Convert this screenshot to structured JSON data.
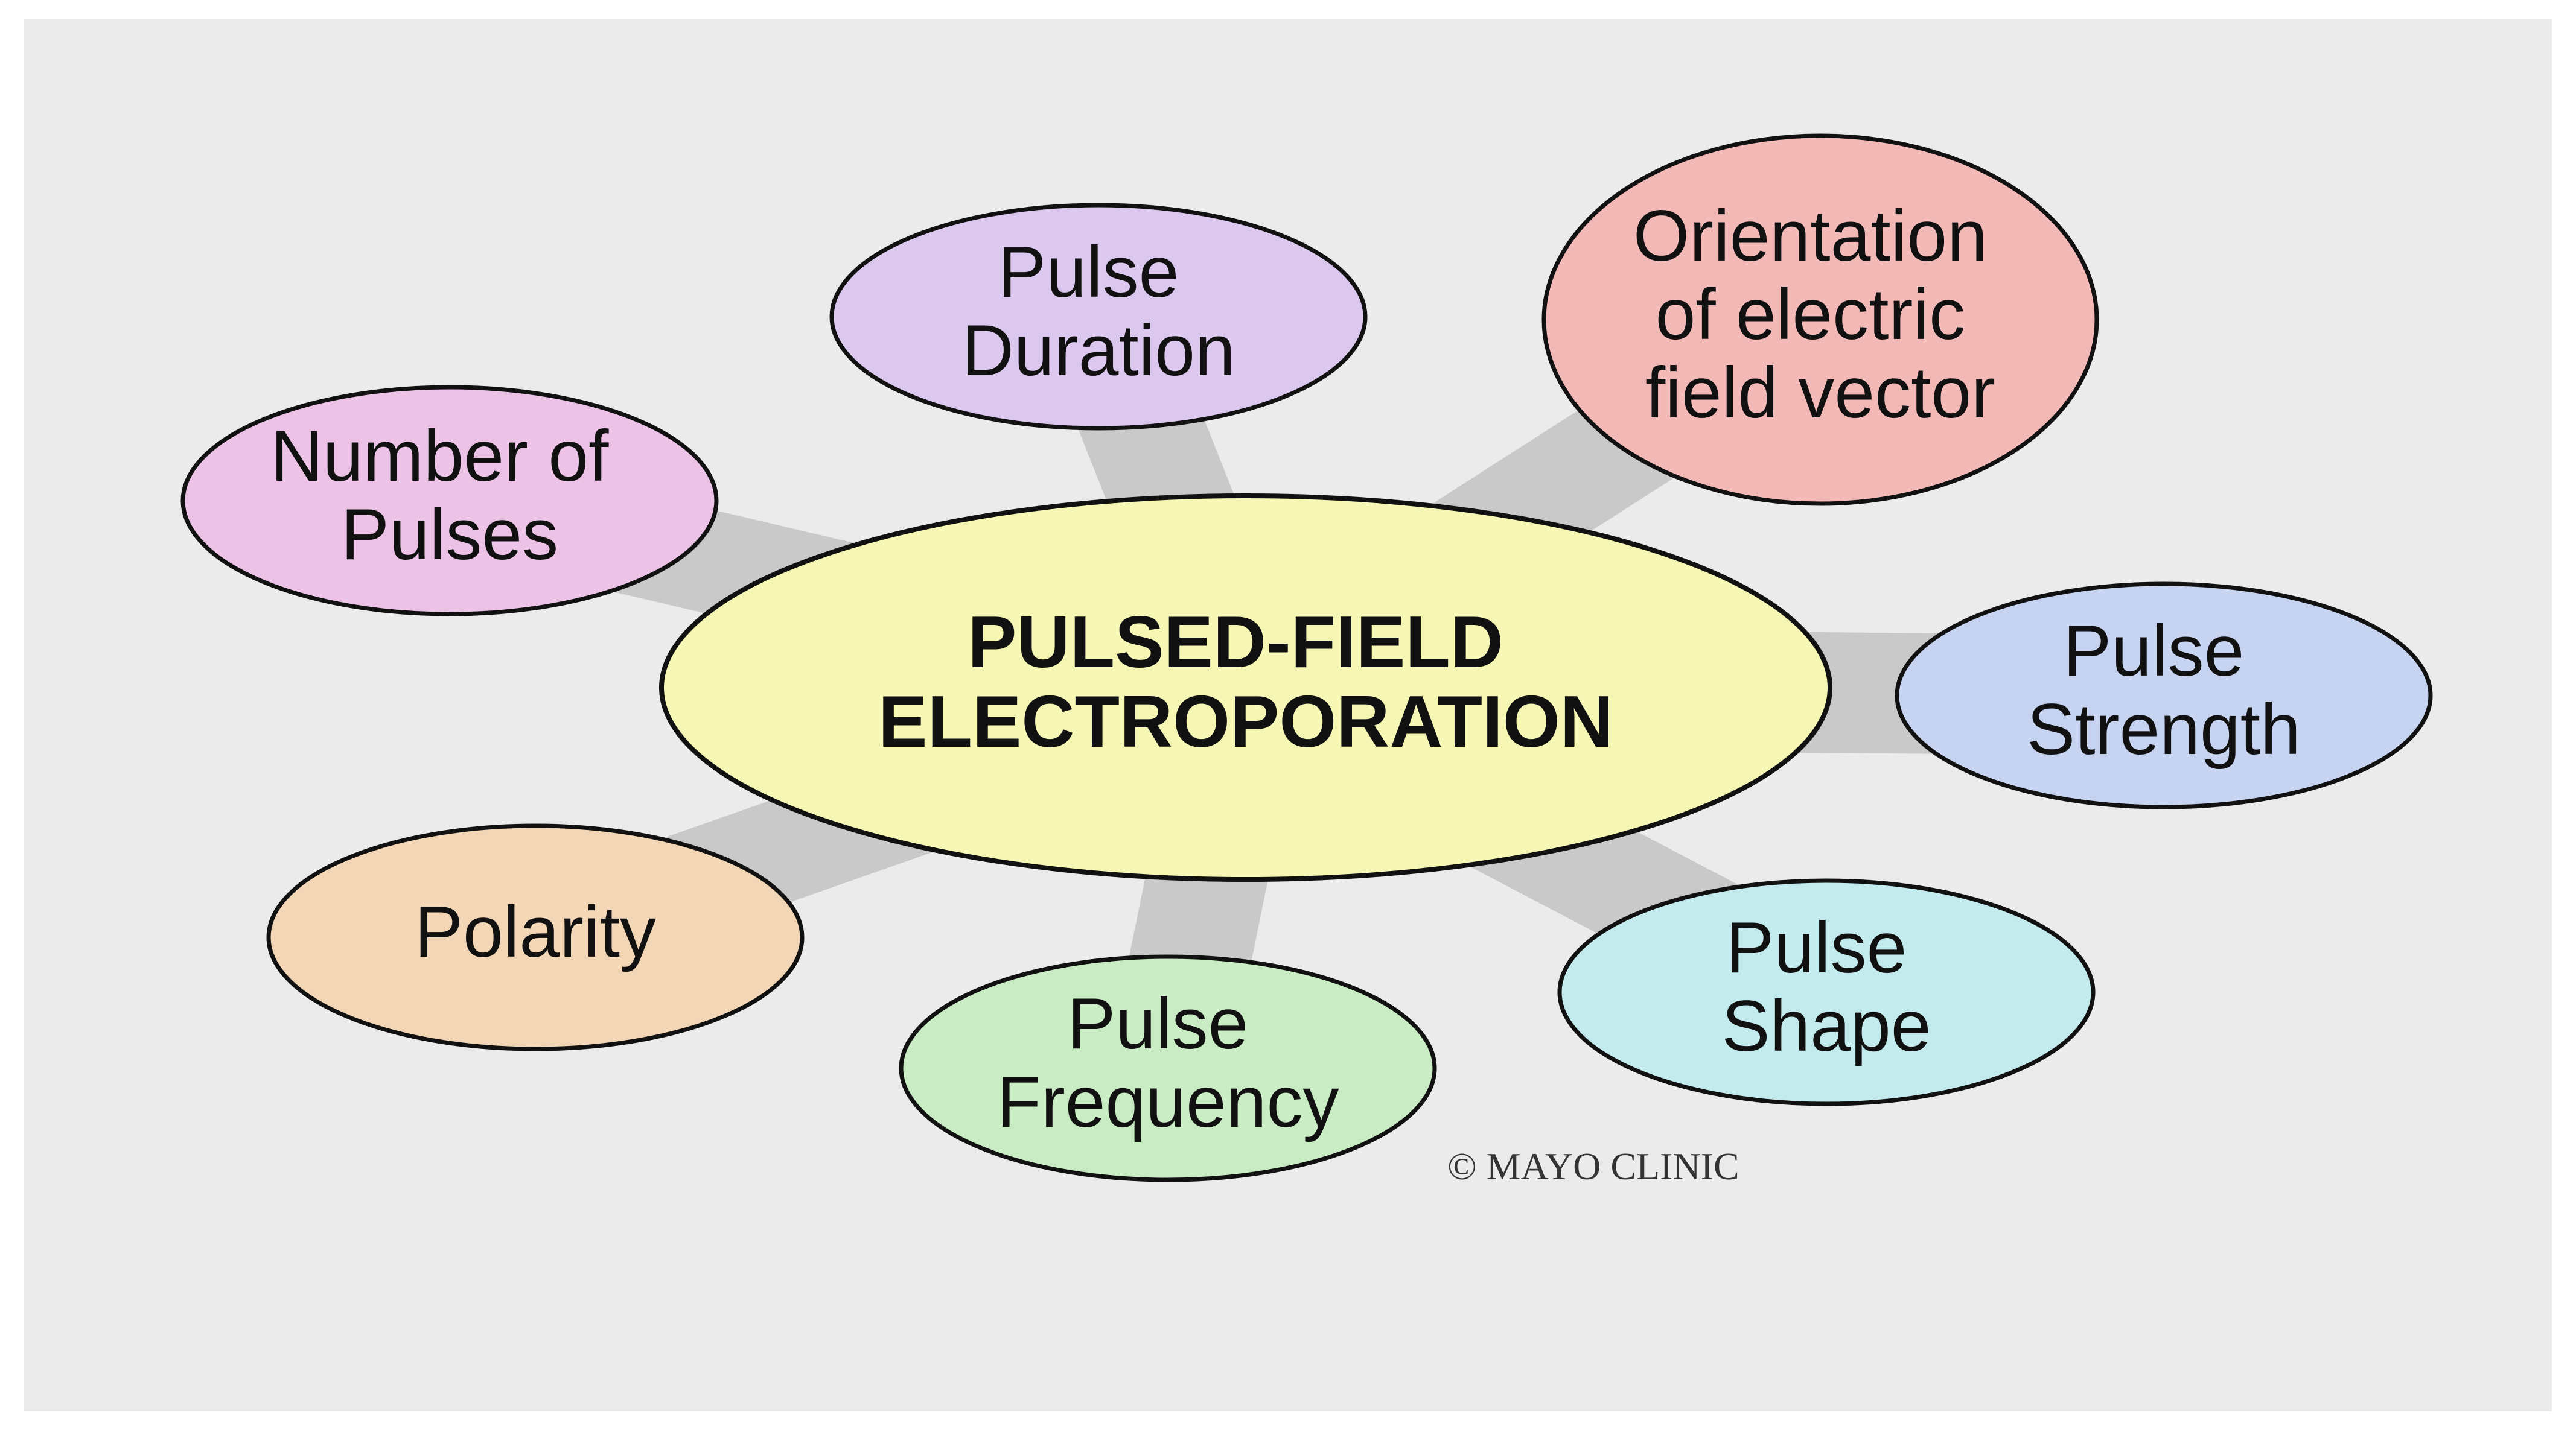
{
  "diagram": {
    "center": {
      "lines": [
        "PULSED-FIELD",
        "ELECTROPORATION"
      ],
      "color": "#f7f7b5"
    },
    "nodes": [
      {
        "id": "number-of-pulses",
        "lines": [
          "Number of",
          "Pulses"
        ],
        "color": "#ecc3e6"
      },
      {
        "id": "pulse-duration",
        "lines": [
          "Pulse",
          "Duration"
        ],
        "color": "#dcc7ee"
      },
      {
        "id": "orientation-of-electric-field-vector",
        "lines": [
          "Orientation",
          "of electric",
          "field vector"
        ],
        "color": "#f3b9b7"
      },
      {
        "id": "pulse-strength",
        "lines": [
          "Pulse",
          "Strength"
        ],
        "color": "#c7d4f1"
      },
      {
        "id": "pulse-shape",
        "lines": [
          "Pulse",
          "Shape"
        ],
        "color": "#c3ebee"
      },
      {
        "id": "pulse-frequency",
        "lines": [
          "Pulse",
          "Frequency"
        ],
        "color": "#c9ecc4"
      },
      {
        "id": "polarity",
        "lines": [
          "Polarity"
        ],
        "color": "#f3d6b6"
      }
    ],
    "connector_color": "#c9c9c9",
    "background_color": "#ebebeb",
    "copyright": "© MAYO CLINIC"
  }
}
